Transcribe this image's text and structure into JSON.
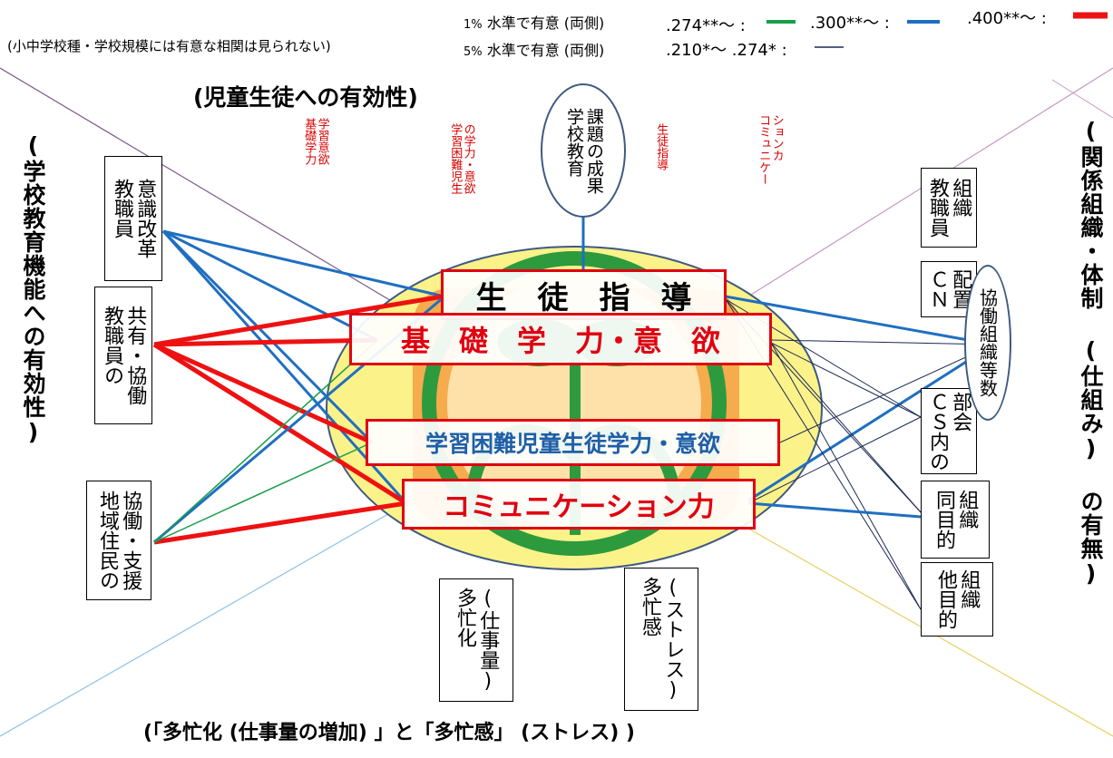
{
  "legend": {
    "row1_label": "水準で有意 (両側)",
    "row1_pct": "1%",
    "row2_label": "水準で有意 (両側)",
    "row2_pct": "5%",
    "thr_green": ".274**～ :",
    "thr_blue": ".300**～ :",
    "thr_red": ".400**～ :",
    "thr_black": ".210*～ .274* :",
    "color_green": "#1a9e4a",
    "color_blue": "#1f6fc0",
    "color_red": "#ee1111",
    "color_black": "#1b2a55"
  },
  "note": "(小中学校種・学校規模には有意な相関は見られない)",
  "titles": {
    "top": "(児童生徒への有効性)",
    "left": "(学校教育機能への有効性)",
    "right": "(関係組織・体制 (仕組み) の有無)",
    "bottom": "(「多忙化 (仕事量の増加) 」と「多忙感」 (ストレス) )"
  },
  "top_red_labels": [
    "学習意欲\n基礎学力",
    "の学力・意欲\n学習困難児生",
    "生徒指導",
    "ションカ\nコミュニケー"
  ],
  "top_oval": "課題の成果\n学校教育",
  "left_boxes": [
    "意識改革\n教職員",
    "共有・協働\n教職員の",
    "協働・支援\n地域住民の"
  ],
  "right_boxes": [
    "組織\n教職員",
    "配置\nＣＮ",
    "部会\nＣＳ内の",
    "組織\n同目的",
    "組織\n他目的"
  ],
  "right_oval": "協働組織等数",
  "bottom_boxes": [
    "(仕事量)\n多忙化",
    "(ストレス)\n多忙感"
  ],
  "center": {
    "item1": "生　徒　指　導",
    "item2": "基　礎　学　力・意　欲",
    "item3": "学習困難児童生徒学力・意欲",
    "item4": "コミュニケーション力"
  }
}
